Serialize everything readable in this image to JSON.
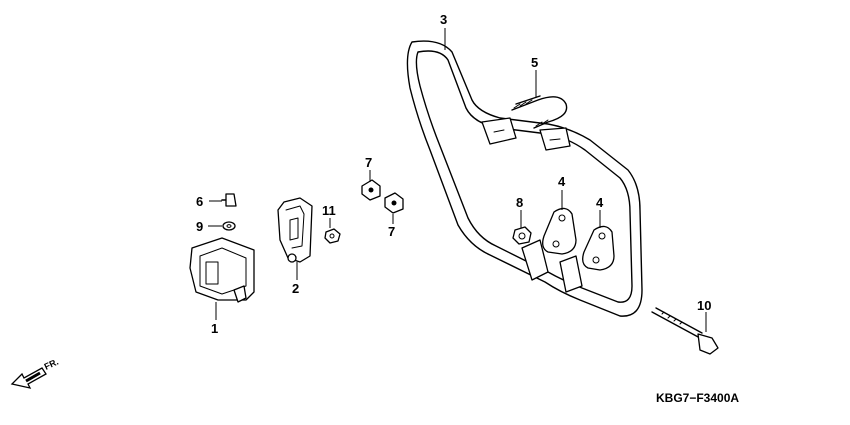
{
  "diagram": {
    "code": "KBG7−F3400A",
    "direction_label": "FR.",
    "callouts": [
      {
        "id": "1",
        "text": "1"
      },
      {
        "id": "2",
        "text": "2"
      },
      {
        "id": "3",
        "text": "3"
      },
      {
        "id": "4a",
        "text": "4"
      },
      {
        "id": "4b",
        "text": "4"
      },
      {
        "id": "5",
        "text": "5"
      },
      {
        "id": "6",
        "text": "6"
      },
      {
        "id": "7a",
        "text": "7"
      },
      {
        "id": "7b",
        "text": "7"
      },
      {
        "id": "8",
        "text": "8"
      },
      {
        "id": "9",
        "text": "9"
      },
      {
        "id": "10",
        "text": "10"
      },
      {
        "id": "11",
        "text": "11"
      }
    ]
  }
}
